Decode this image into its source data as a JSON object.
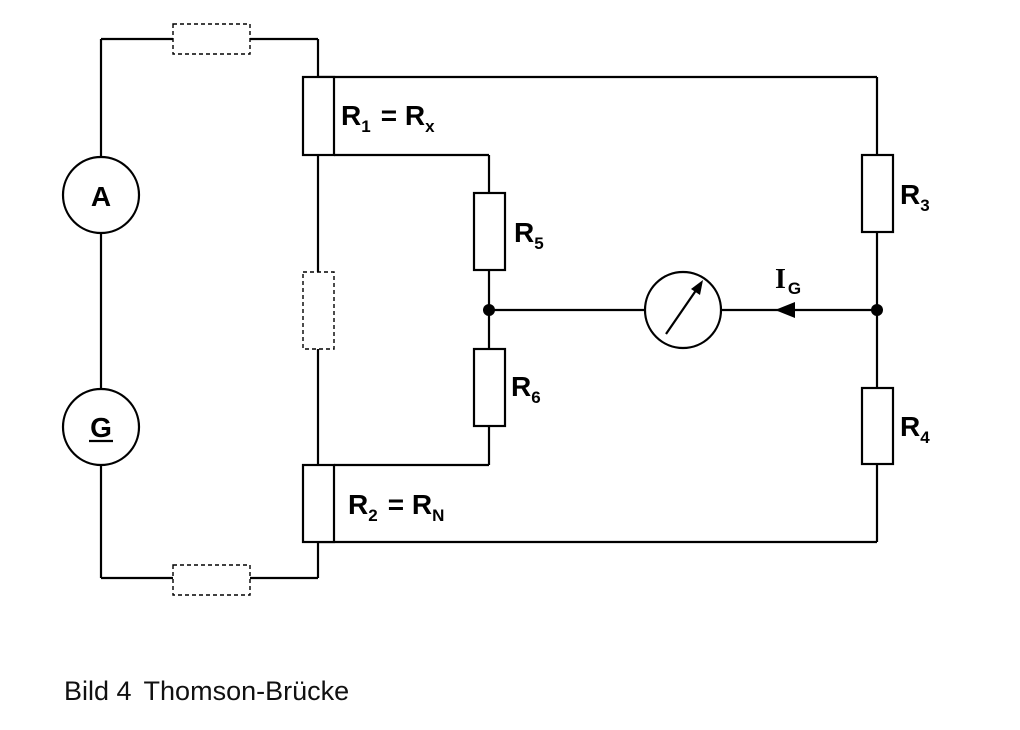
{
  "caption": {
    "number": "Bild 4",
    "title": "Thomson-Brücke"
  },
  "labels": {
    "r1": {
      "main": "R",
      "sub": "1",
      "eq": "= R",
      "eq_sub": "x"
    },
    "r2": {
      "main": "R",
      "sub": "2",
      "eq": "= R",
      "eq_sub": "N"
    },
    "r3": {
      "main": "R",
      "sub": "3"
    },
    "r4": {
      "main": "R",
      "sub": "4"
    },
    "r5": {
      "main": "R",
      "sub": "5"
    },
    "r6": {
      "main": "R",
      "sub": "6"
    },
    "ig": {
      "main": "I",
      "sub": "G"
    }
  },
  "meters": {
    "ammeter": "A",
    "generator": "G"
  }
}
